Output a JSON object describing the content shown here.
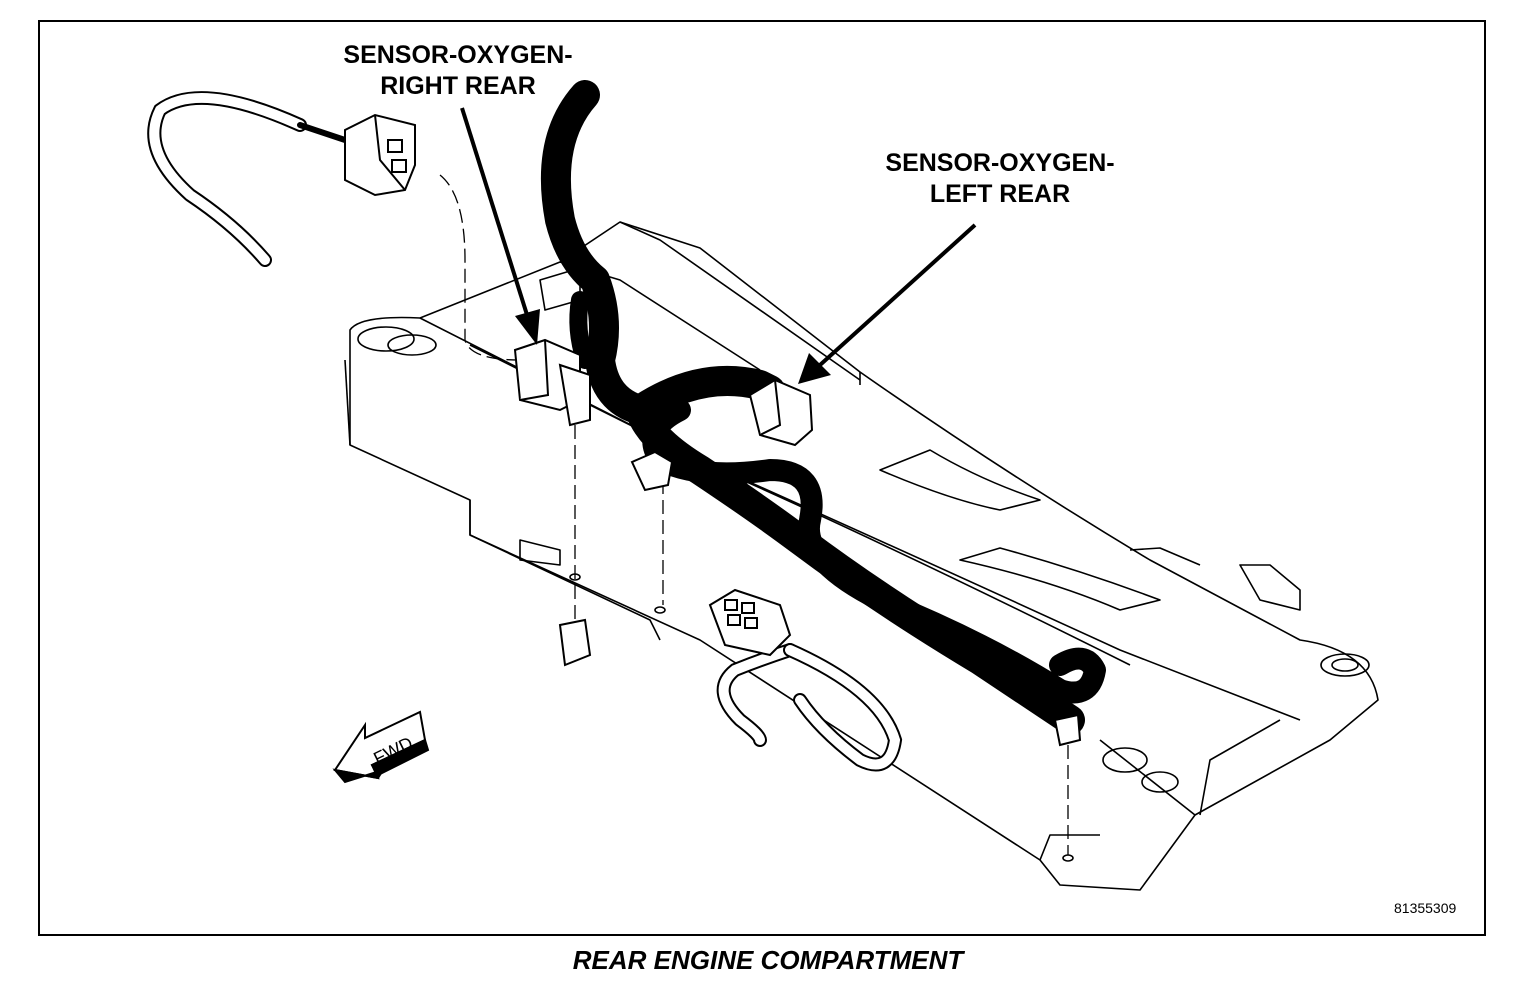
{
  "labels": {
    "right_rear": [
      "SENSOR-OXYGEN-",
      "RIGHT REAR"
    ],
    "left_rear": [
      "SENSOR-OXYGEN-",
      "LEFT REAR"
    ],
    "fwd": "FWD"
  },
  "figure_id": "81355309",
  "caption": "REAR ENGINE COMPARTMENT"
}
